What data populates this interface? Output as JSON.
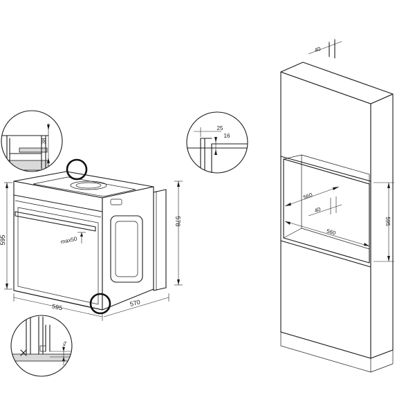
{
  "dimensions": {
    "oven_height": "595",
    "oven_width": "595",
    "oven_depth": "570",
    "oven_side_height": "578",
    "handle_gap": "max50",
    "detail_top_left": "38",
    "detail_top_right_a": "25",
    "detail_top_right_b": "16",
    "detail_bottom_left": "7",
    "cabinet_top_gap": "40",
    "niche_depth": "560",
    "niche_rear_gap": "40",
    "niche_width": "560",
    "niche_height": "595"
  },
  "colors": {
    "line": "#1a1a1a",
    "background": "#ffffff"
  }
}
